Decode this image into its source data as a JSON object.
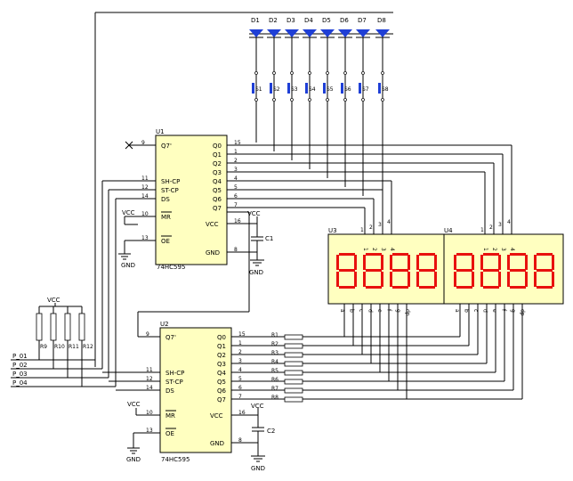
{
  "leds": [
    "D1",
    "D2",
    "D3",
    "D4",
    "D5",
    "D6",
    "D7",
    "D8"
  ],
  "switches": [
    "S1",
    "S2",
    "S3",
    "S4",
    "S5",
    "S6",
    "S7",
    "S8"
  ],
  "ic_u1": {
    "ref": "U1",
    "part": "74HC595",
    "left_pins": [
      {
        "name": "Q7'",
        "num": "9"
      },
      {
        "name": "SH-CP",
        "num": "11"
      },
      {
        "name": "ST-CP",
        "num": "12"
      },
      {
        "name": "DS",
        "num": "14"
      },
      {
        "name": "MR",
        "num": "10"
      },
      {
        "name": "OE",
        "num": "13"
      }
    ],
    "right_pins": [
      {
        "name": "Q0",
        "num": "15"
      },
      {
        "name": "Q1",
        "num": "1"
      },
      {
        "name": "Q2",
        "num": "2"
      },
      {
        "name": "Q3",
        "num": "3"
      },
      {
        "name": "Q4",
        "num": "4"
      },
      {
        "name": "Q5",
        "num": "5"
      },
      {
        "name": "Q6",
        "num": "6"
      },
      {
        "name": "Q7",
        "num": "7"
      },
      {
        "name": "VCC",
        "num": "16"
      },
      {
        "name": "GND",
        "num": "8"
      }
    ]
  },
  "ic_u2": {
    "ref": "U2",
    "part": "74HC595",
    "left_pins": [
      {
        "name": "Q7'",
        "num": "9"
      },
      {
        "name": "SH-CP",
        "num": "11"
      },
      {
        "name": "ST-CP",
        "num": "12"
      },
      {
        "name": "DS",
        "num": "14"
      },
      {
        "name": "MR",
        "num": "10"
      },
      {
        "name": "OE",
        "num": "13"
      }
    ],
    "right_pins": [
      {
        "name": "Q0",
        "num": "15"
      },
      {
        "name": "Q1",
        "num": "1"
      },
      {
        "name": "Q2",
        "num": "2"
      },
      {
        "name": "Q3",
        "num": "3"
      },
      {
        "name": "Q4",
        "num": "4"
      },
      {
        "name": "Q5",
        "num": "5"
      },
      {
        "name": "Q6",
        "num": "6"
      },
      {
        "name": "Q7",
        "num": "7"
      },
      {
        "name": "VCC",
        "num": "16"
      },
      {
        "name": "GND",
        "num": "8"
      }
    ]
  },
  "displays": [
    {
      "ref": "U3",
      "digits": [
        "1",
        "2",
        "3",
        "4"
      ]
    },
    {
      "ref": "U4",
      "digits": [
        "1",
        "2",
        "3",
        "4"
      ]
    }
  ],
  "segment_pins": [
    "a",
    "b",
    "c",
    "d",
    "e",
    "f",
    "g",
    "dp"
  ],
  "resistors_segment": [
    "R1",
    "R2",
    "R3",
    "R4",
    "R5",
    "R6",
    "R7",
    "R8"
  ],
  "resistors_pullup": [
    "R9",
    "R10",
    "R11",
    "R12"
  ],
  "capacitors": [
    "C1",
    "C2"
  ],
  "ports": [
    "P_01",
    "P_02",
    "P_03",
    "P_04"
  ],
  "power": {
    "vcc": "VCC",
    "gnd": "GND"
  }
}
